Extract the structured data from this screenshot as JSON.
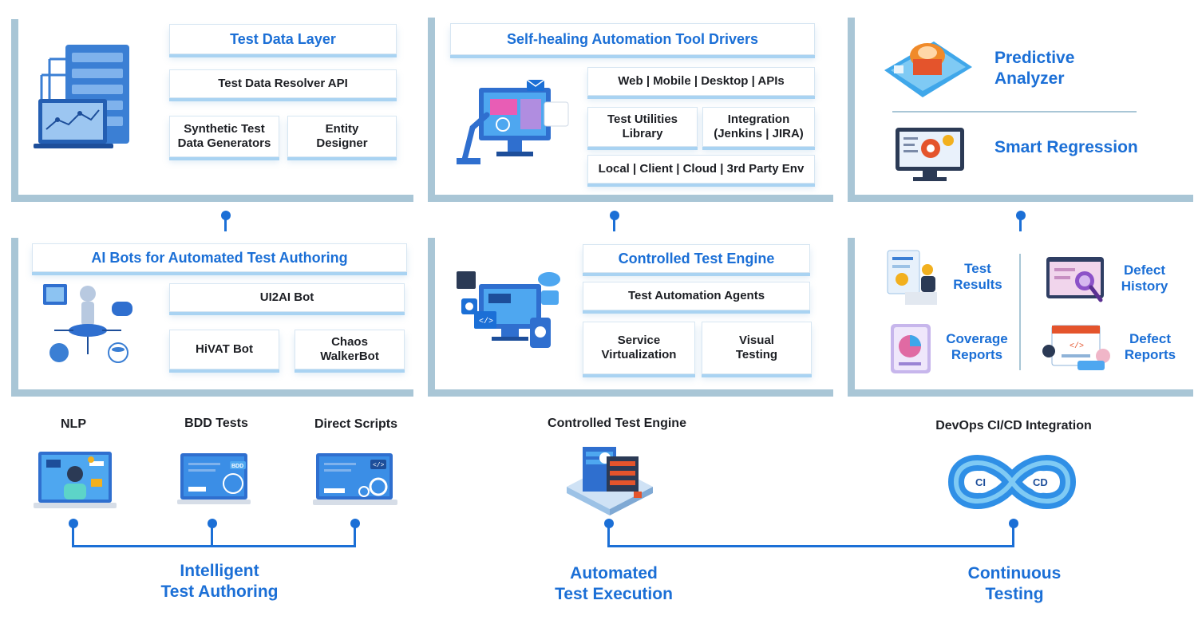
{
  "test_data_layer": {
    "title": "Test Data Layer",
    "items": [
      "Test Data Resolver API",
      "Synthetic Test\nData Generators",
      "Entity\nDesigner"
    ]
  },
  "self_healing": {
    "title": "Self-healing Automation Tool Drivers",
    "items": [
      "Web | Mobile | Desktop | APIs",
      "Test Utilities\nLibrary",
      "Integration\n(Jenkins | JIRA)",
      "Local | Client | Cloud | 3rd Party Env"
    ]
  },
  "analytics": {
    "predictive": "Predictive\nAnalyzer",
    "regression": "Smart Regression"
  },
  "ai_bots": {
    "title": "AI Bots for Automated Test Authoring",
    "items": [
      "UI2AI Bot",
      "HiVAT Bot",
      "Chaos\nWalkerBot"
    ]
  },
  "controlled_engine": {
    "title": "Controlled Test Engine",
    "items": [
      "Test Automation Agents",
      "Service\nVirtualization",
      "Visual\nTesting"
    ]
  },
  "reports": {
    "items": [
      "Test\nResults",
      "Defect\nHistory",
      "Coverage\nReports",
      "Defect\nReports"
    ]
  },
  "inputs": {
    "nlp": "NLP",
    "bdd": "BDD Tests",
    "direct": "Direct Scripts",
    "engine": "Controlled Test Engine",
    "devops": "DevOps CI/CD Integration",
    "bdd_badge": "BDD",
    "ci": "CI",
    "cd": "CD"
  },
  "bottom": {
    "authoring": "Intelligent\nTest Authoring",
    "execution": "Automated\nTest Execution",
    "testing": "Continuous\nTesting"
  },
  "colors": {
    "accent": "#1b6fd6",
    "panel_border": "#a9c6d6",
    "pill_shadow": "#a9d3f2"
  }
}
